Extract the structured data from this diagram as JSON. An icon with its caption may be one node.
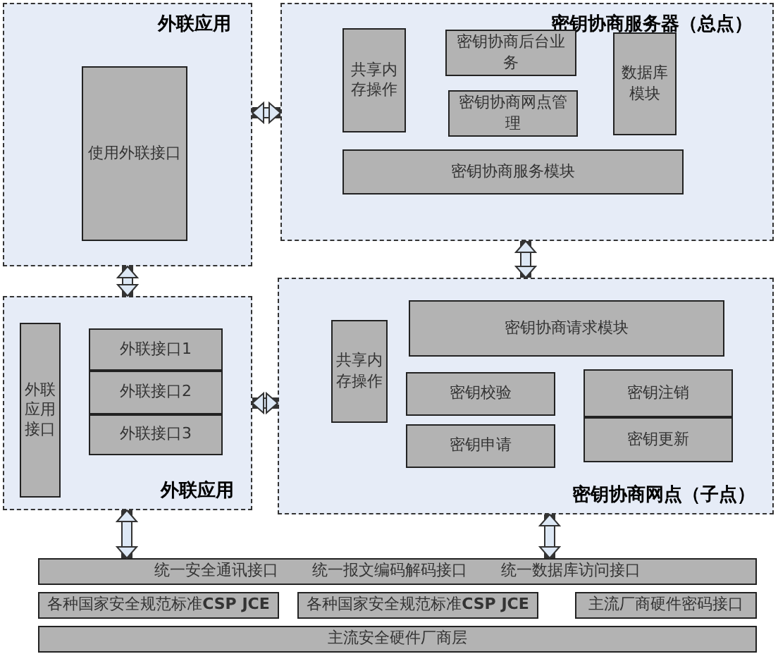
{
  "diagram": {
    "nodes": [
      {
        "text": [
          "外联应用"
        ]
      },
      {
        "text": [
          "使用外联接口"
        ],
        "in": 0
      },
      {
        "text": [
          "密钥协商服务器（总点）"
        ]
      },
      {
        "text": [
          "共享内存操作"
        ],
        "in": 2
      },
      {
        "text": [
          "密钥协商后台业务"
        ],
        "in": 2
      },
      {
        "text": [
          "密钥协商网点管理"
        ],
        "in": 2
      },
      {
        "text": [
          "数据库模块"
        ],
        "in": 2
      },
      {
        "text": [
          "密钥协商服务模块"
        ],
        "in": 2
      },
      {
        "text": [
          "外联应用"
        ]
      },
      {
        "text": [
          "外联应用接口"
        ],
        "in": 8
      },
      {
        "text": [
          "外联接口1"
        ],
        "in": 8
      },
      {
        "text": [
          "外联接口2"
        ],
        "in": 8
      },
      {
        "text": [
          "外联接口3"
        ],
        "in": 8
      },
      {
        "text": [
          "密钥协商网点（子点）"
        ]
      },
      {
        "text": [
          "共享内存操作"
        ],
        "in": 13
      },
      {
        "text": [
          "密钥协商请求模块"
        ],
        "in": 13
      },
      {
        "text": [
          "密钥校验"
        ],
        "in": 13
      },
      {
        "text": [
          "密钥申请"
        ],
        "in": 13
      },
      {
        "text": [
          "密钥注销"
        ],
        "in": 13
      },
      {
        "text": [
          "密钥更新"
        ],
        "in": 13
      },
      {
        "text": [
          "统一安全通讯接口",
          "统一报文编码解码接口",
          "统一数据库访问接口"
        ]
      },
      {
        "text": [
          "各种国家安全规范标准**CSP JCE**"
        ]
      },
      {
        "text": [
          "各种国家安全规范标准**CSP JCE**"
        ]
      },
      {
        "text": [
          "主流厂商硬件密码接口"
        ]
      },
      {
        "text": [
          "主流安全硬件厂商层"
        ]
      }
    ],
    "edges": [
      {
        "from": 0,
        "to": 2,
        "arrow": "both"
      },
      {
        "from": 0,
        "to": 8,
        "arrow": "both"
      },
      {
        "from": 2,
        "to": 13,
        "arrow": "both"
      },
      {
        "from": 8,
        "to": 13,
        "arrow": "both"
      },
      {
        "from": 8,
        "to": 20,
        "arrow": "both"
      },
      {
        "from": 13,
        "to": 20,
        "arrow": "both"
      }
    ]
  }
}
